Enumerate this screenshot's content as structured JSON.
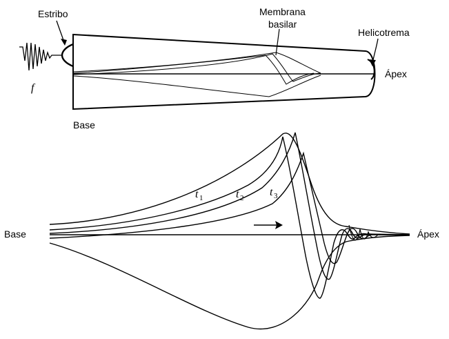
{
  "cochlea": {
    "labels": {
      "stapes": "Estribo",
      "basilar_membrane_line1": "Membrana",
      "basilar_membrane_line2": "basilar",
      "helicotrema": "Helicotrema",
      "apex": "Ápex",
      "base": "Base",
      "frequency": "f"
    }
  },
  "traveling_wave": {
    "labels": {
      "base": "Base",
      "apex": "Ápex",
      "t_symbol": "t",
      "t1": "1",
      "t2": "2",
      "t3": "3"
    }
  },
  "colors": {
    "stroke": "#000000",
    "background": "#ffffff"
  }
}
